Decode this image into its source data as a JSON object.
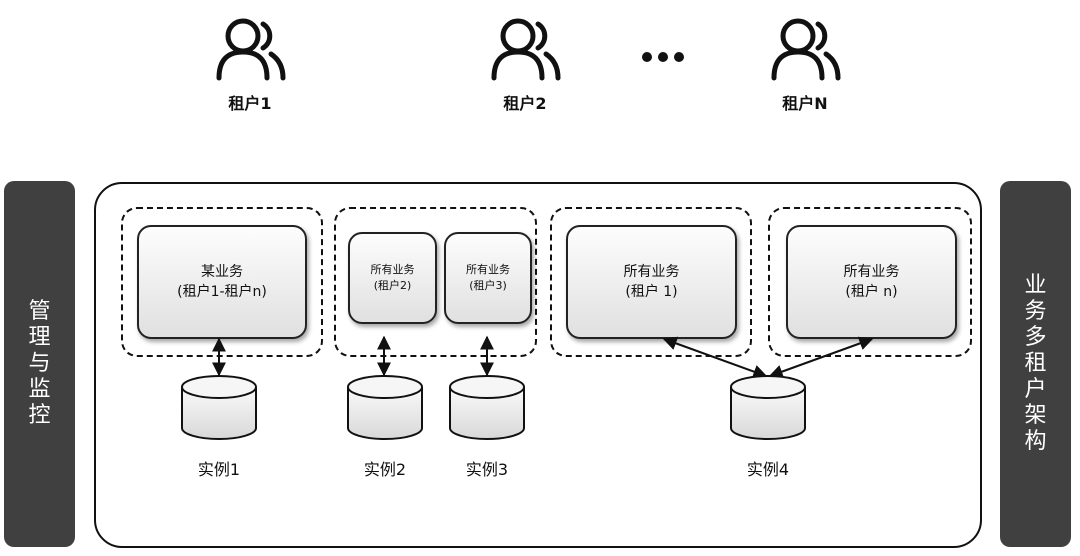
{
  "tenants": [
    {
      "label": "租户1",
      "icon": "users-icon"
    },
    {
      "label": "租户2",
      "icon": "users-icon"
    },
    {
      "label": "租户N",
      "icon": "users-icon"
    }
  ],
  "left_bar": {
    "label": "管理与监控"
  },
  "right_bar": {
    "label": "业务多租户架构"
  },
  "services": [
    {
      "line1": "某业务",
      "line2": "(租户1-租户n)"
    },
    {
      "line1": "所有业务",
      "line2": "(租户2)"
    },
    {
      "line1": "所有业务",
      "line2": "(租户3)"
    },
    {
      "line1": "所有业务",
      "line2": "(租户 1)"
    },
    {
      "line1": "所有业务",
      "line2": "(租户 n)"
    }
  ],
  "instances": [
    {
      "label": "实例1"
    },
    {
      "label": "实例2"
    },
    {
      "label": "实例3"
    },
    {
      "label": "实例4"
    }
  ]
}
